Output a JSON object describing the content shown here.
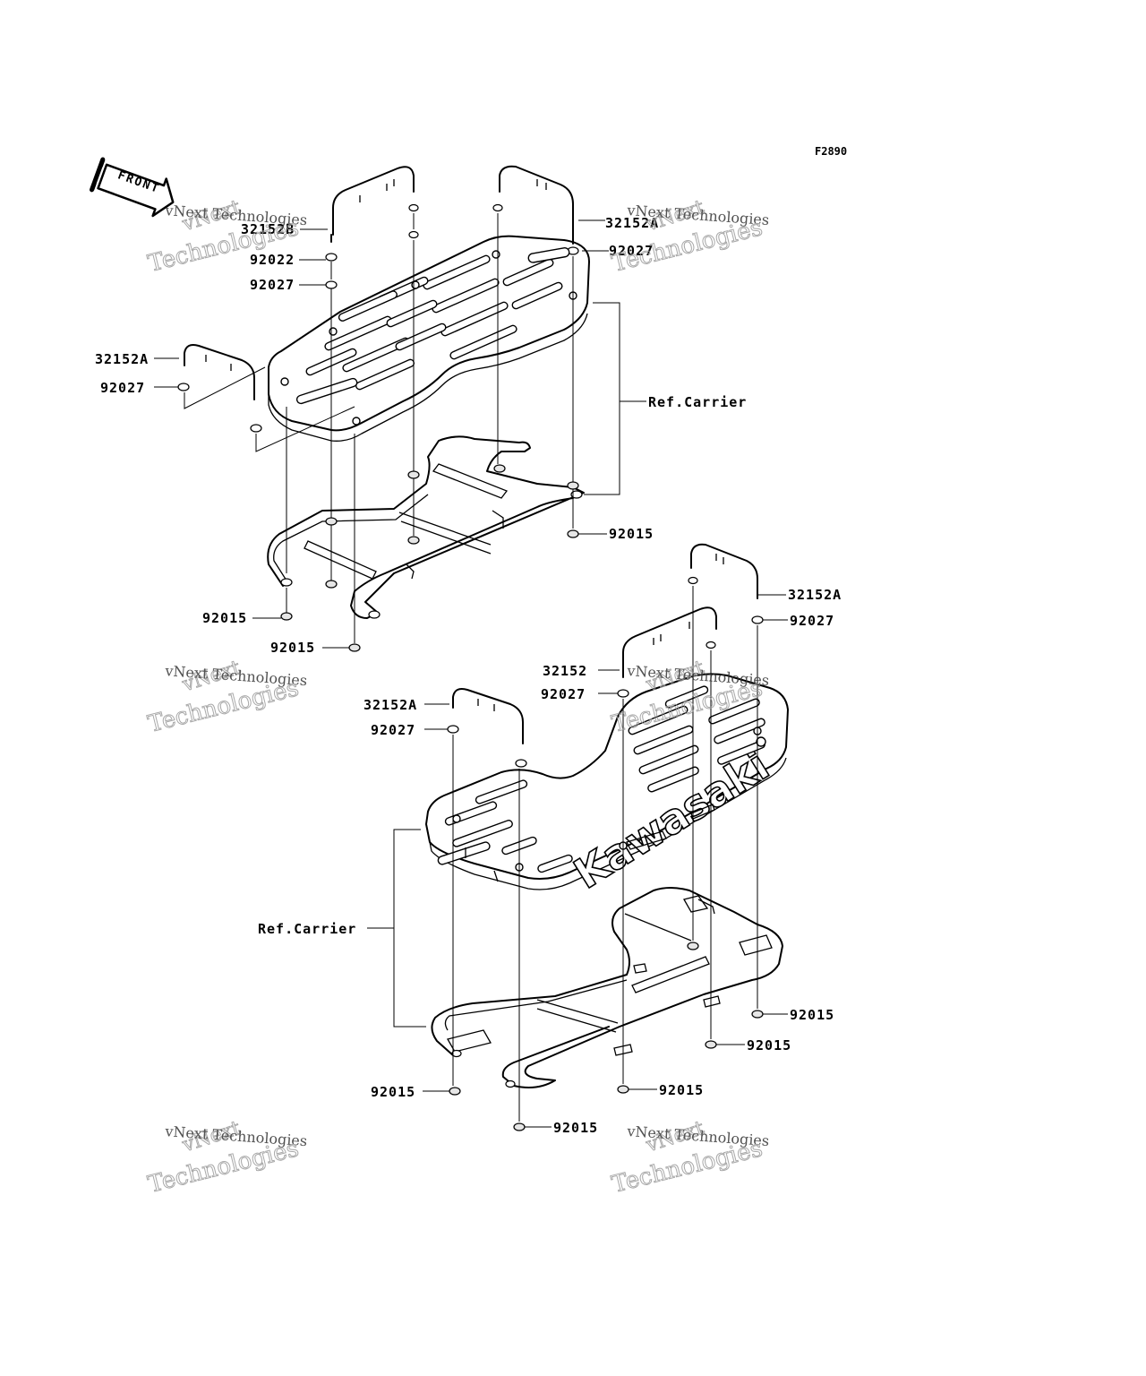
{
  "figure_code": "F2890",
  "front_arrow_label": "FRONT",
  "brand_text": "Kawasaki",
  "watermark": {
    "line1": "vNext Technologies",
    "line2": "vNext",
    "line3": "Technologies"
  },
  "labels": {
    "top_rear_bar": "32152B",
    "top_right_bar": "32152A",
    "top_washer_1": "92022",
    "top_washer_2": "92027",
    "top_right_washer": "92027",
    "top_left_bar": "32152A",
    "top_left_washer": "92027",
    "top_ref_carrier": "Ref.Carrier",
    "top_nut_right": "92015",
    "top_nut_left": "92015",
    "top_nut_bottom": "92015",
    "bot_right_bar": "32152A",
    "bot_right_washer": "92027",
    "bot_center_bar": "32152",
    "bot_center_washer": "92027",
    "bot_left_bar": "32152A",
    "bot_left_washer": "92027",
    "bot_ref_carrier": "Ref.Carrier",
    "bot_nut_right": "92015",
    "bot_nut_right2": "92015",
    "bot_nut_mid": "92015",
    "bot_nut_left": "92015",
    "bot_nut_bottom": "92015"
  }
}
